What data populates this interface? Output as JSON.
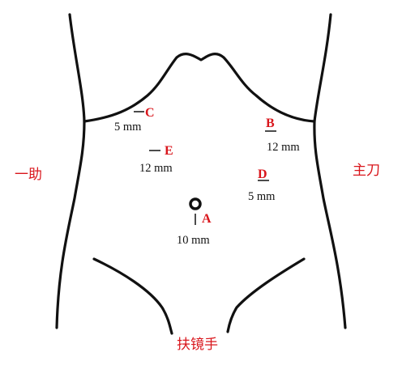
{
  "colors": {
    "outline": "#111111",
    "label_red": "#d9161c",
    "size_text": "#111111",
    "background": "#ffffff"
  },
  "ports": [
    {
      "id": "A",
      "size": "10 mm"
    },
    {
      "id": "B",
      "size": "12 mm"
    },
    {
      "id": "C",
      "size": "5 mm"
    },
    {
      "id": "D",
      "size": "5 mm"
    },
    {
      "id": "E",
      "size": "12 mm"
    }
  ],
  "roles": {
    "first_assistant": "一助",
    "main_surgeon": "主刀",
    "scope_holder": "扶镜手"
  }
}
